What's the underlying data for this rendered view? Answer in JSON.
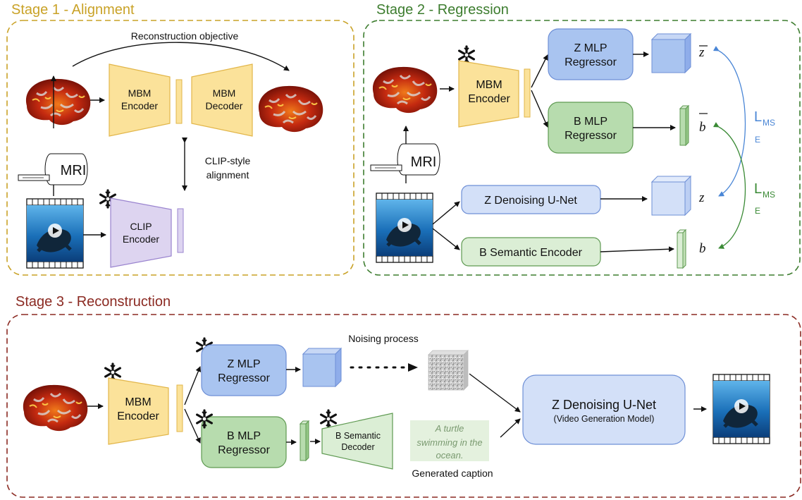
{
  "colors": {
    "stage1": "#c9a227",
    "stage2": "#3d7d2f",
    "stage3": "#8b2a22",
    "mbm_fill": "#fbe29a",
    "mbm_stroke": "#e2b64a",
    "blue_fill": "#a9c4f0",
    "blue_stroke": "#6e8fd6",
    "green_fill": "#b7dcae",
    "green_stroke": "#5f9a52",
    "clip_fill": "#ddd4f0",
    "clip_stroke": "#9a84cf",
    "lightblue_fill": "#d3e0f8",
    "lightgreen_fill": "#dbeed5",
    "loss_blue": "#4a86d6",
    "loss_green": "#3a8a35"
  },
  "stage1": {
    "title": "Stage 1 - Alignment",
    "objective": "Reconstruction objective",
    "mbm_encoder": [
      "MBM",
      "Encoder"
    ],
    "mbm_decoder": [
      "MBM",
      "Decoder"
    ],
    "clip_encoder": [
      "CLIP",
      "Encoder"
    ],
    "alignment": [
      "CLIP-style",
      "alignment"
    ],
    "mri": "MRI"
  },
  "stage2": {
    "title": "Stage 2 - Regression",
    "mbm_encoder": [
      "MBM",
      "Encoder"
    ],
    "z_mlp": [
      "Z MLP",
      "Regressor"
    ],
    "b_mlp": [
      "B MLP",
      "Regressor"
    ],
    "z_unet": "Z Denoising U-Net",
    "b_semantic": "B Semantic Encoder",
    "zbar": "z",
    "bbar": "b",
    "z": "z",
    "b": "b",
    "loss1": {
      "main": "L",
      "sub1": "MS",
      "sub2": "E"
    },
    "loss2": {
      "main": "L",
      "sub1": "MS",
      "sub2": "E"
    },
    "mri": "MRI"
  },
  "stage3": {
    "title": "Stage 3 - Reconstruction",
    "mbm_encoder": [
      "MBM",
      "Encoder"
    ],
    "z_mlp": [
      "Z MLP",
      "Regressor"
    ],
    "b_mlp": [
      "B MLP",
      "Regressor"
    ],
    "b_decoder": [
      "B Semantic",
      "Decoder"
    ],
    "noising": "Noising process",
    "caption": [
      "A turtle",
      "swimming in the",
      "ocean."
    ],
    "caption_label": "Generated caption",
    "z_unet": [
      "Z Denoising U-Net",
      "(Video Generation Model)"
    ]
  }
}
